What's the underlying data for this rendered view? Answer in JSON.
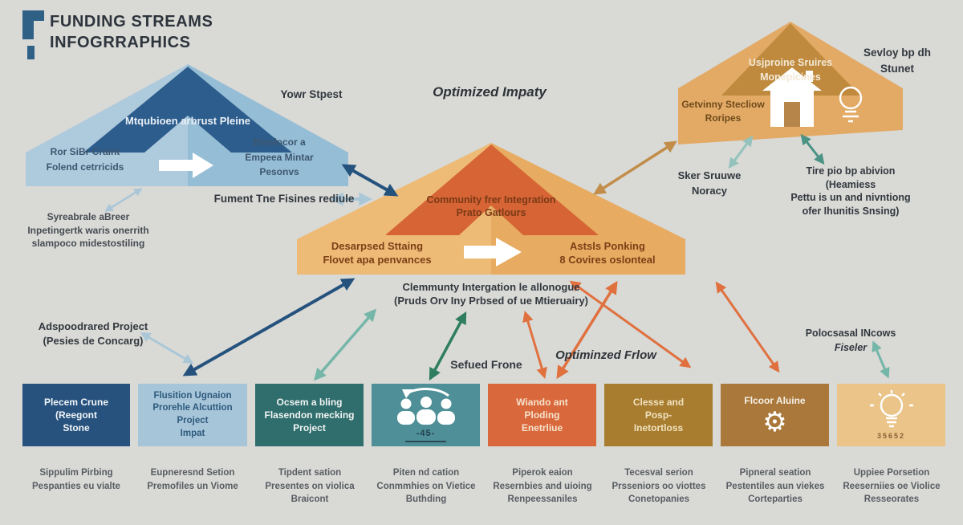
{
  "header": {
    "title_line1": "FUNDING STREAMS",
    "title_line2": "INFOGRRAPHICS"
  },
  "headings": {
    "optimized_impaty": "Optimized Impaty",
    "yowr_stpest": "Yowr Stpest",
    "sefued_frone": "Sefued Frone",
    "optiminzed_frlow": "Optiminzed Frlow"
  },
  "blue_house": {
    "peak": "Mtqubioen arbrust Pleine",
    "left": [
      "Ror SiBr Craint",
      "Folend cetrricids"
    ],
    "right": [
      "Bloslocor a",
      "Empeea Mintar",
      "Pesonvs"
    ]
  },
  "orange_house": {
    "peak": [
      "Community frer Integration",
      "Prato Gatlours"
    ],
    "left": [
      "Desarpsed Sttaing",
      "Flovet apa penvances"
    ],
    "right": [
      "Astsls Ponking",
      "8 Covires oslonteal"
    ]
  },
  "tan_house": {
    "peak": [
      "Usjproine Sruires",
      "Monepicines"
    ],
    "left": [
      "Getvinny Stecliow",
      "Roripes"
    ]
  },
  "notes": {
    "sevloy": [
      "Sevloy bp dh",
      "Stunet"
    ],
    "sker": [
      "Sker Sruuwe",
      "Noracy"
    ],
    "tire": [
      "Tire pio bp abivion",
      "(Heamiess",
      "Pettu is un and nivntiong",
      "ofer Ihunitis Snsing)"
    ],
    "syreabrale": [
      "Syreabrale aBreer",
      "Inpetingertk waris onerrith",
      "slampoco midestostiling"
    ],
    "fument": "Fument Tne Fisines rediule",
    "clemmunty": [
      "Clemmunty Intergation le allonogue",
      "(Pruds Orv Iny Prbsed of ue Mtieruairy)"
    ],
    "adspoodrared": [
      "Adspoodrared Project",
      "(Pesies de Concarg)"
    ],
    "polocsasal": [
      "Polocsasal INcows",
      "Fiseler"
    ]
  },
  "boxes": [
    {
      "lines": [
        "Plecem Crune",
        "(Reegont",
        "Stone"
      ]
    },
    {
      "lines": [
        "Flusition Ugnaion",
        "Prorehle Alcuttion",
        "Project",
        "Impat"
      ]
    },
    {
      "lines": [
        "Ocsem a bling",
        "Flasendon mecking",
        "Project"
      ]
    },
    {
      "icon": "people-restructure-icon",
      "value": "-45-"
    },
    {
      "lines": [
        "Wiando ant",
        "Ploding",
        "Enetrliue"
      ]
    },
    {
      "lines": [
        "Clesse and",
        "Posp-",
        "Inetortloss"
      ]
    },
    {
      "lines": [
        "Flcoor Aluine"
      ],
      "icon": "gear-icon"
    },
    {
      "icon": "bulb-icon",
      "value": "35652"
    }
  ],
  "captions": [
    {
      "lines": [
        "Sippulim Pirbing",
        "Pespanties eu vialte"
      ]
    },
    {
      "lines": [
        "Eupneresnd Setion",
        "Premofiles un Viome"
      ]
    },
    {
      "lines": [
        "Tipdent sation",
        "Presentes on violica",
        "Braicont"
      ]
    },
    {
      "lines": [
        "Piten nd cation",
        "Conmmhies on Vietice",
        "Buthding"
      ]
    },
    {
      "lines": [
        "Piperok eaion",
        "Resernbies and uioing",
        "Renpeessaniles"
      ]
    },
    {
      "lines": [
        "Tecesval serion",
        "Prsseniors oo viottes",
        "Conetopanies"
      ]
    },
    {
      "lines": [
        "Pipneral seation",
        "Pestentiles aun viekes",
        "Corteparties"
      ]
    },
    {
      "lines": [
        "Uppiee Porsetion",
        "Reeserniies oe Violice",
        "Resseorates"
      ]
    }
  ],
  "icons": {
    "gear": "⚙"
  },
  "colors": {
    "background": "#d9d9d6",
    "blue_roof": "#2d5d8c",
    "blue_body": "#a9c7db",
    "orange_roof": "#d66434",
    "orange_body": "#e9b26a",
    "tan_roof": "#bf8a3e",
    "tan_body": "#e3aa66",
    "navy_arrow": "#24527d",
    "pale_blue_arrow": "#aac7d7",
    "gold_arrow": "#c18d49",
    "teal_arrow": "#74b6a8",
    "green_arrow": "#2f7e61",
    "orange_arrow": "#e0713f",
    "box_navy": "#27527e",
    "box_light_blue": "#a7c5d8",
    "box_dark_teal": "#306e6d",
    "box_teal": "#4e8f98",
    "box_orange": "#d9693c",
    "box_gold": "#a87d2f",
    "box_brown": "#a9783a",
    "box_tan": "#eac489"
  }
}
